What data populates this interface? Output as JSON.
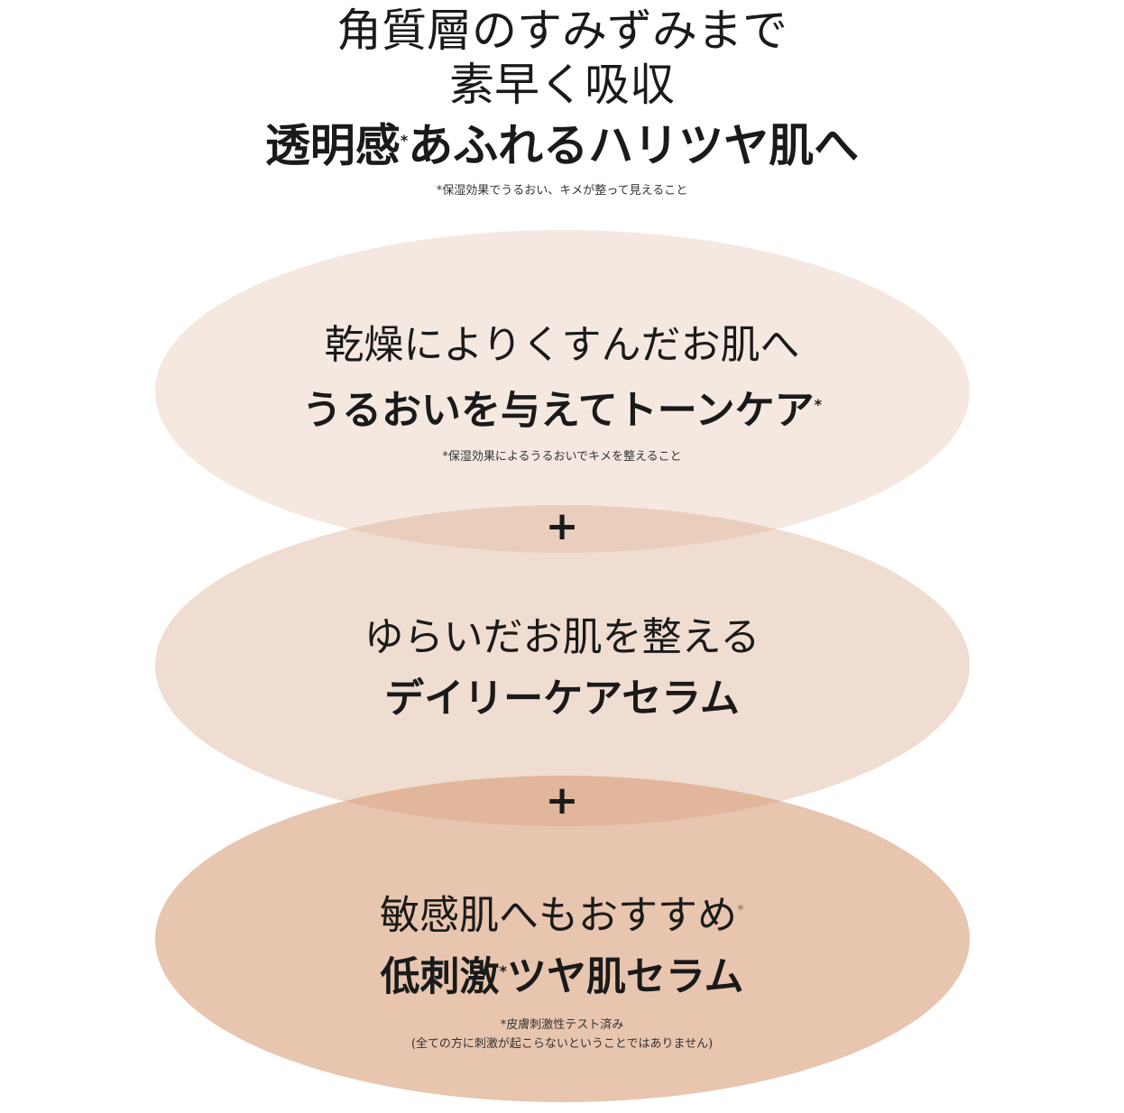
{
  "header": {
    "line1": "角質層のすみずみまで",
    "line2": "素早く吸収",
    "line3_a": "透明感",
    "line3_b": "あふれるハリツヤ肌へ",
    "asterisk": "*",
    "note": "*保湿効果でうるおい、キメが整って見えること"
  },
  "features": [
    {
      "light": "乾燥によりくすんだお肌へ",
      "bold": "うるおいを与えてトーンケア",
      "asterisk": "*",
      "note": "*保湿効果によるうるおいでキメを整えること"
    },
    {
      "light": "ゆらいだお肌を整える",
      "bold": "デイリーケアセラム"
    },
    {
      "light": "敏感肌へもおすすめ",
      "light_asterisk": "*",
      "bold_a": "低刺激",
      "bold_asterisk": "*",
      "bold_b": "ツヤ肌セラム",
      "note1": "*皮膚刺激性テスト済み",
      "note2": "(全ての方に刺激が起こらないということではありません)"
    }
  ],
  "plus": "+",
  "colors": {
    "ellipse1": "#f5e6de",
    "ellipse2": "#efd9cb",
    "ellipse3": "#e5c2aa"
  }
}
